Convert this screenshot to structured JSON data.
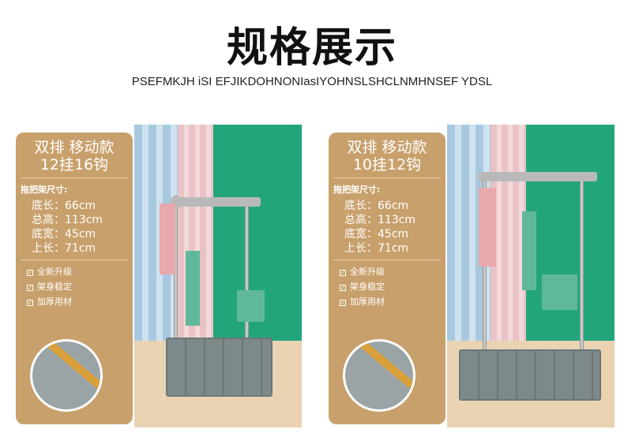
{
  "header": {
    "title": "规格展示",
    "subtitle": "PSEFMKJH iSI EFJIKDOHNONIasIYOHNSLSHCLNMHNSEF YDSL"
  },
  "products": [
    {
      "title_line1": "双排 移动款",
      "title_line2": "12挂16钩",
      "spec_label": "拖把架尺寸:",
      "specs": [
        "底长：66cm",
        "总高：113cm",
        "底宽：45cm",
        "上长：71cm"
      ],
      "features": [
        "全新升级",
        "架身稳定",
        "加厚用材"
      ]
    },
    {
      "title_line1": "双排 移动款",
      "title_line2": "10挂12钩",
      "spec_label": "拖把架尺寸:",
      "specs": [
        "底长：66cm",
        "总高：113cm",
        "底宽：45cm",
        "上长：71cm"
      ],
      "features": [
        "全新升级",
        "架身稳定",
        "加厚用材"
      ]
    }
  ],
  "colors": {
    "card": "#c8a06c",
    "wall": "#23a57c"
  }
}
